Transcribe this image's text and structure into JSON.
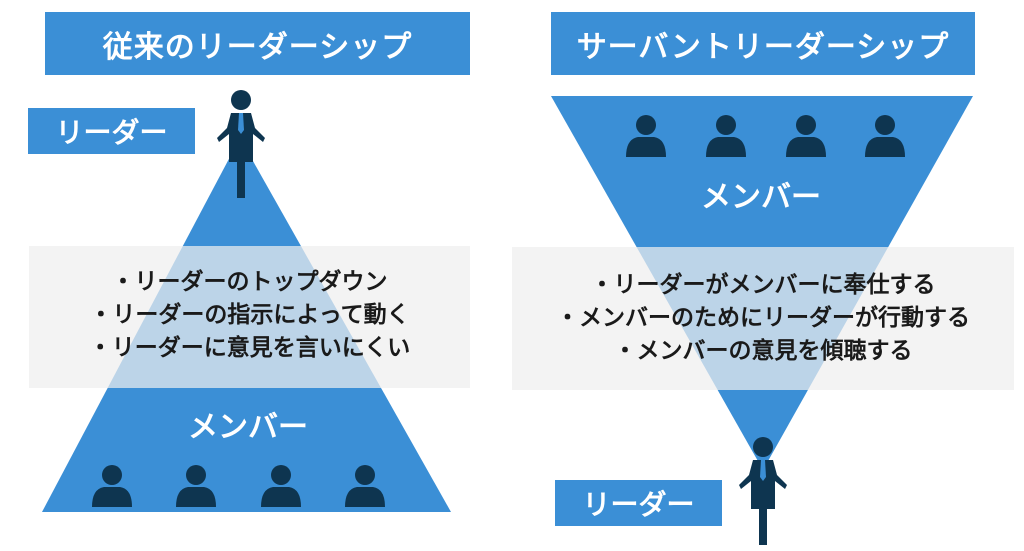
{
  "left": {
    "title": "従来のリーダーシップ",
    "leader_label": "リーダー",
    "members_label": "メンバー",
    "points": [
      "・リーダーのトップダウン",
      "・リーダーの指示によって動く",
      "・リーダーに意見を言いにくい"
    ]
  },
  "right": {
    "title": "サーバントリーダーシップ",
    "leader_label": "リーダー",
    "members_label": "メンバー",
    "points": [
      "・リーダーがメンバーに奉仕する",
      "・メンバーのためにリーダーが行動する",
      "・メンバーの意見を傾聴する"
    ]
  },
  "colors": {
    "accent": "#3b8fd6",
    "person": "#0e3550",
    "note_bg": "#efefef"
  }
}
